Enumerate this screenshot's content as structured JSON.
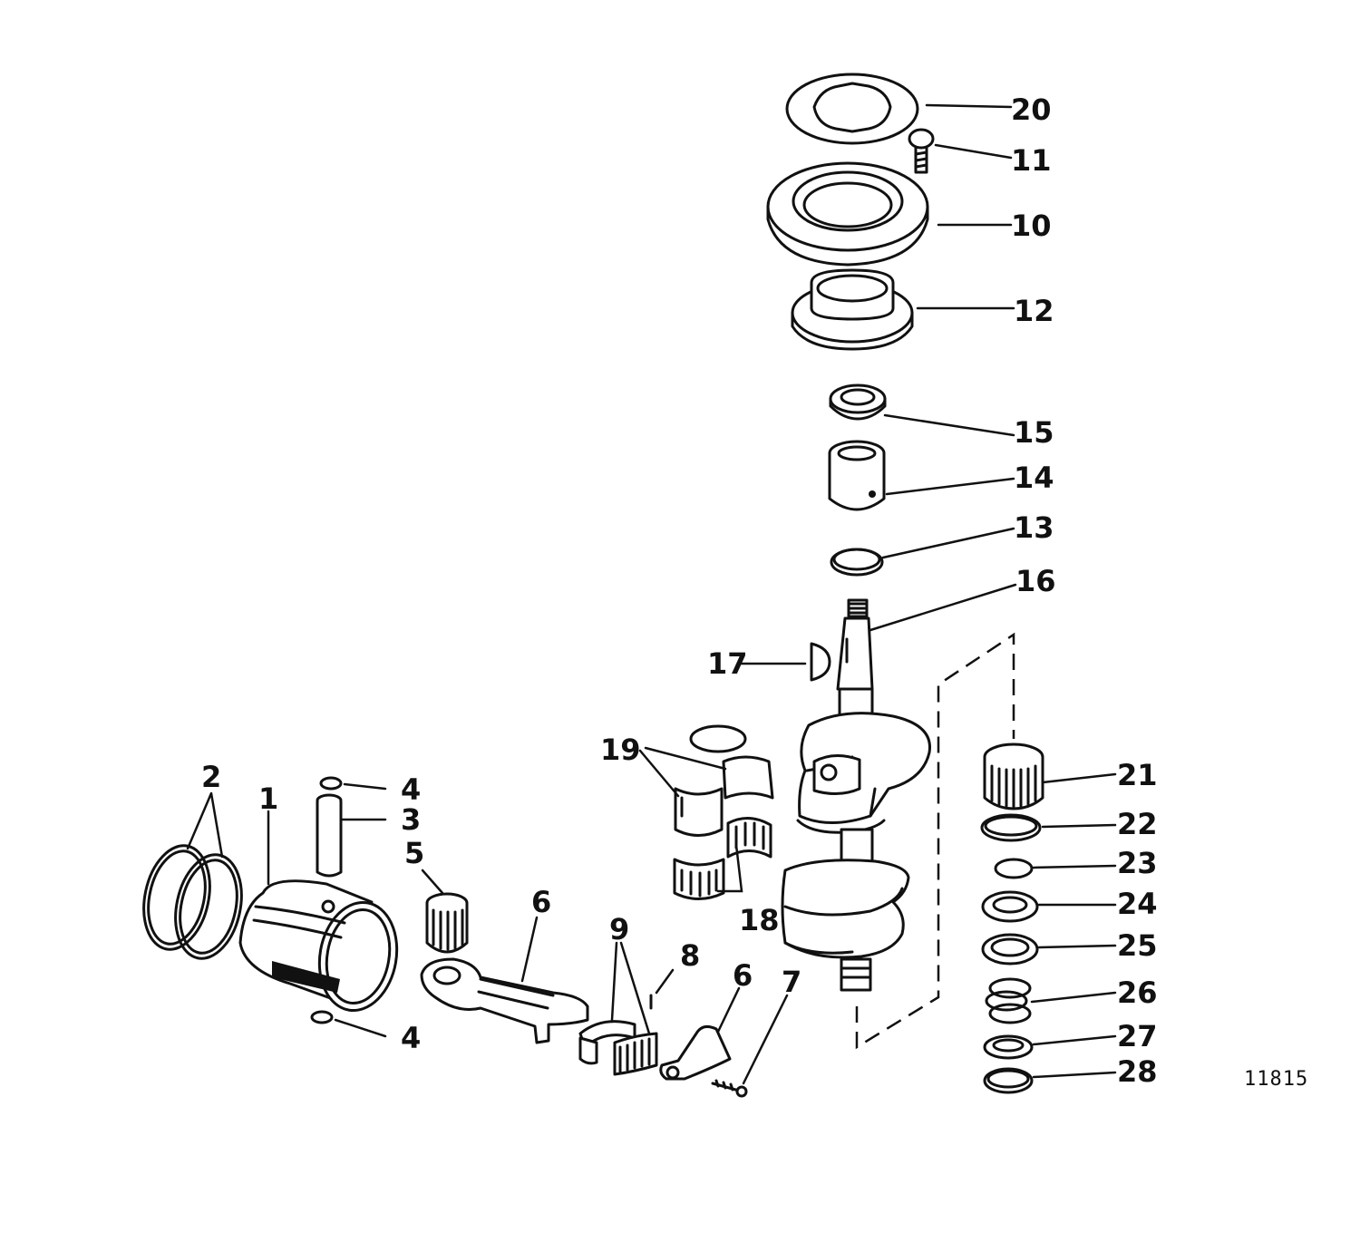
{
  "diagram": {
    "reference_number": "11815",
    "callouts": {
      "c1": "1",
      "c2": "2",
      "c3": "3",
      "c4a": "4",
      "c4b": "4",
      "c5": "5",
      "c6a": "6",
      "c6b": "6",
      "c7": "7",
      "c8": "8",
      "c9": "9",
      "c10": "10",
      "c11": "11",
      "c12": "12",
      "c13": "13",
      "c14": "14",
      "c15": "15",
      "c16": "16",
      "c17": "17",
      "c18": "18",
      "c19": "19",
      "c20": "20",
      "c21": "21",
      "c22": "22",
      "c23": "23",
      "c24": "24",
      "c25": "25",
      "c26": "26",
      "c27": "27",
      "c28": "28"
    }
  }
}
